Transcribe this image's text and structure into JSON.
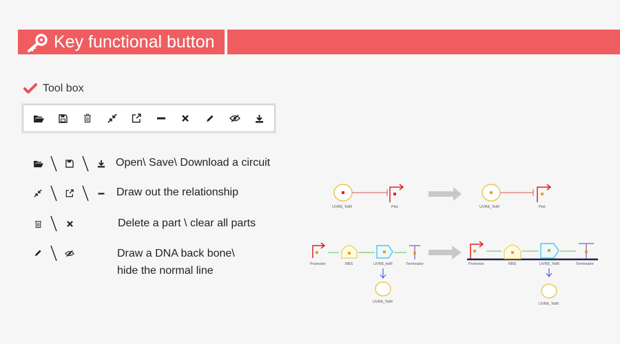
{
  "header": {
    "title": "Key functional button",
    "icon": "key-icon"
  },
  "section": {
    "label": "Tool box"
  },
  "toolbar": {
    "buttons": [
      "folder-open-icon",
      "save-icon",
      "trash-icon",
      "compress-icon",
      "external-link-icon",
      "minus-icon",
      "close-icon",
      "pencil-icon",
      "eye-slash-icon",
      "download-icon"
    ]
  },
  "descriptions": {
    "open_save_download": "Open\\ Save\\ Download a circuit",
    "draw_relationship": "Draw out the relationship",
    "delete_clear": "Delete a part \\ clear all parts",
    "backbone_line1": "Draw a DNA back bone\\",
    "backbone_line2": "hide the normal line"
  },
  "diagram": {
    "top_left": {
      "part1": "UVR8_TetR",
      "part2": "Ptet"
    },
    "top_right": {
      "part1": "UVR8_TetR",
      "part2": "Ptet"
    },
    "bottom_left": {
      "promoter": "Promoter",
      "rbs": "RBS",
      "cds": "UVR8_tetR",
      "terminator": "Terminator",
      "protein": "UVR8_TetR"
    },
    "bottom_right": {
      "promoter": "Promoter",
      "rbs": "RBS",
      "cds": "UVR8_TetR",
      "terminator": "Terminator",
      "protein": "UVR8_TetR"
    }
  },
  "colors": {
    "accent": "#ef5d60",
    "check": "#e9525a",
    "arrow_gray": "#c8c8c8"
  }
}
